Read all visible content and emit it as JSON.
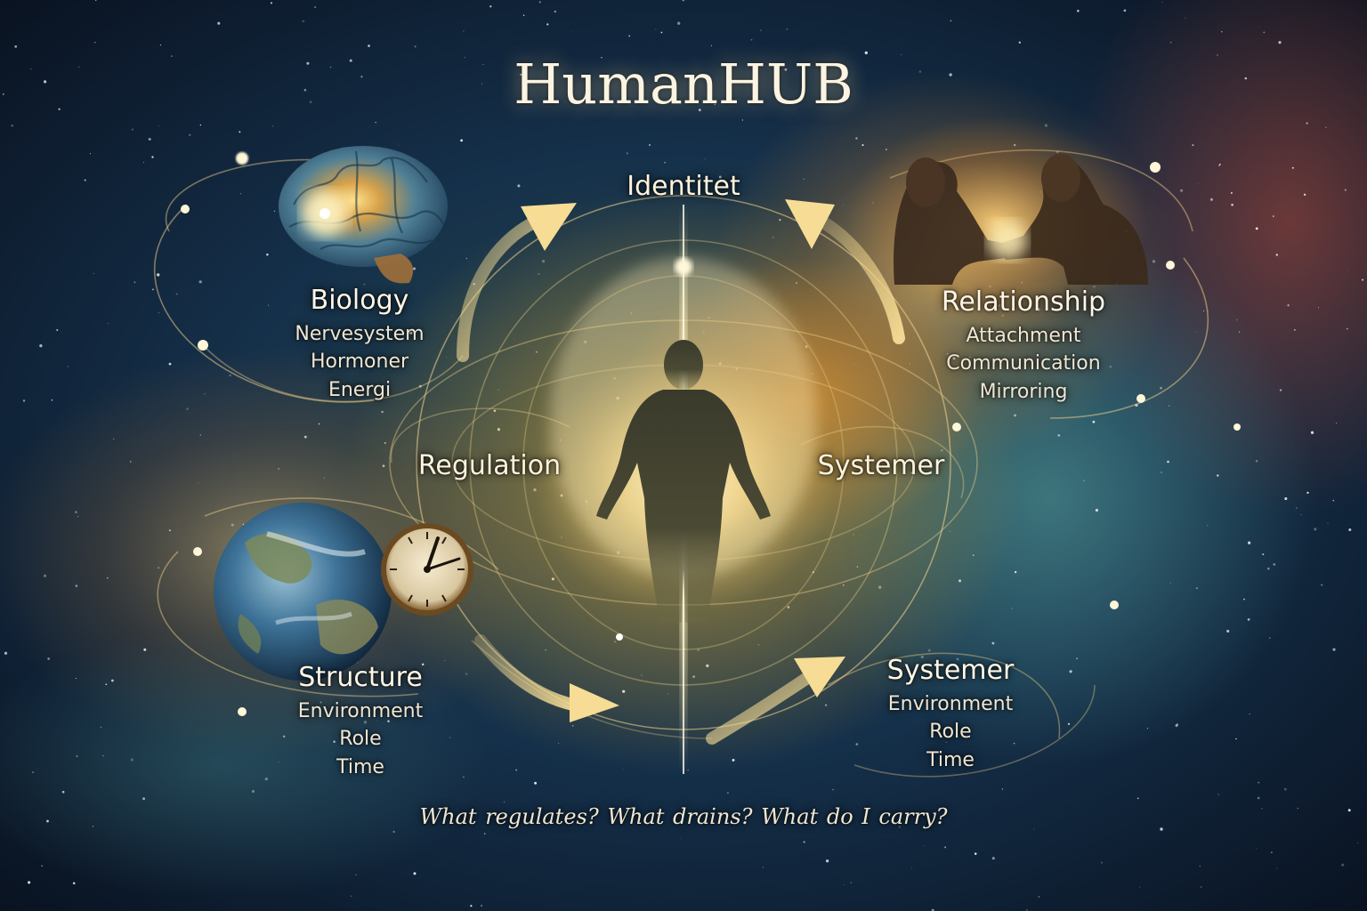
{
  "title": "HumanHUB",
  "center": {
    "top_label": "Identitet",
    "left_label": "Regulation",
    "right_label": "Systemer"
  },
  "biology": {
    "heading": "Biology",
    "items": [
      "Nervesystem",
      "Hormoner",
      "Energi"
    ]
  },
  "relationship": {
    "heading": "Relationship",
    "items": [
      "Attachment",
      "Communication",
      "Mirroring"
    ]
  },
  "structure": {
    "heading": "Structure",
    "items": [
      "Environment",
      "Role",
      "Time"
    ]
  },
  "systemer": {
    "heading": "Systemer",
    "items": [
      "Environment",
      "Role",
      "Time"
    ]
  },
  "questions": "What regulates?  What drains?  What do I carry?",
  "colors": {
    "gold": "#f2c86a",
    "deep_blue": "#0c1626",
    "teal": "#2f6f78",
    "amber": "#d9822b",
    "text": "#f3ecd8"
  },
  "icons": [
    "brain-icon",
    "couple-icon",
    "globe-icon",
    "clock-icon",
    "human-figure-icon"
  ]
}
